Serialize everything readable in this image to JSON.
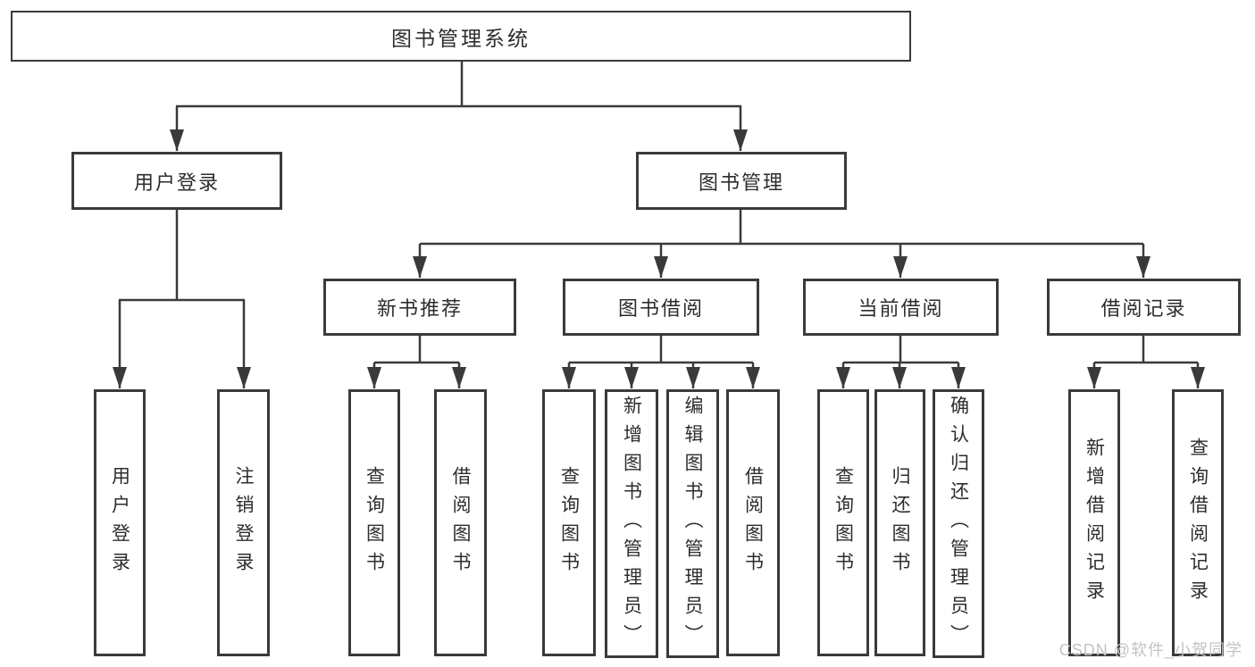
{
  "diagram": {
    "root": {
      "label": "图书管理系统"
    },
    "branches": [
      {
        "label": "用户登录",
        "children": [
          {
            "label": "用户登录"
          },
          {
            "label": "注销登录"
          }
        ]
      },
      {
        "label": "图书管理",
        "sections": [
          {
            "label": "新书推荐",
            "children": [
              {
                "label": "查询图书"
              },
              {
                "label": "借阅图书"
              }
            ]
          },
          {
            "label": "图书借阅",
            "children": [
              {
                "label": "查询图书"
              },
              {
                "label": "新增图书（管理员）"
              },
              {
                "label": "编辑图书（管理员）"
              },
              {
                "label": "借阅图书"
              }
            ]
          },
          {
            "label": "当前借阅",
            "children": [
              {
                "label": "查询图书"
              },
              {
                "label": "归还图书"
              },
              {
                "label": "确认归还（管理员）"
              }
            ]
          },
          {
            "label": "借阅记录",
            "children": [
              {
                "label": "新增借阅记录"
              },
              {
                "label": "查询借阅记录"
              }
            ]
          }
        ]
      }
    ]
  },
  "watermark": {
    "text": "CSDN @软件_小贺同学"
  },
  "colors": {
    "line": "#3a3a3a",
    "text": "#2d2d2d",
    "watermark": "#c3c3c3",
    "background": "#ffffff"
  }
}
